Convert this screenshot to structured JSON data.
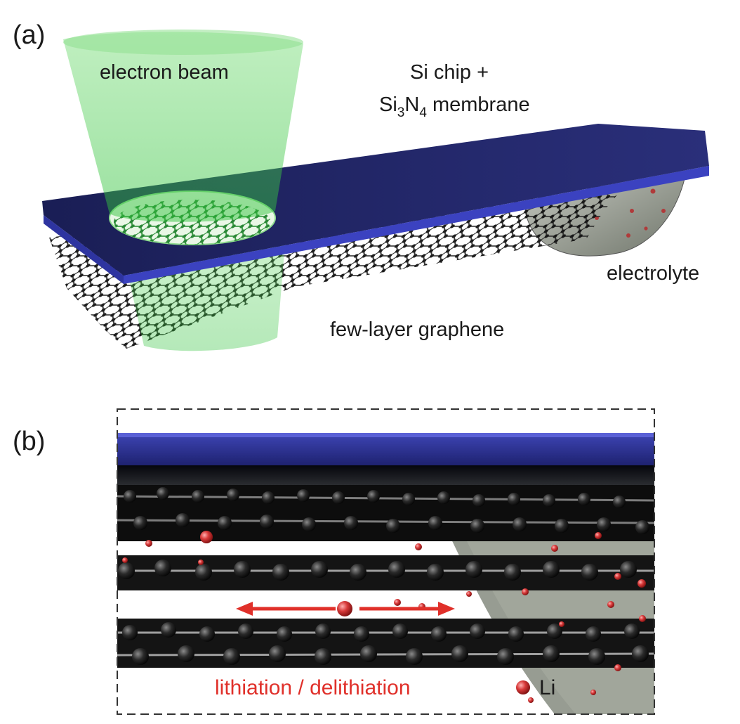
{
  "panel_a": {
    "panel_label": "(a)",
    "beam_label": "electron beam",
    "chip_label_line1": "Si chip +",
    "chip_label_si": "Si",
    "chip_label_sub3": "3",
    "chip_label_n": "N",
    "chip_label_sub4": "4",
    "chip_label_rest": " membrane",
    "electrolyte_label": "electrolyte",
    "graphene_label": "few-layer graphene"
  },
  "panel_b": {
    "panel_label": "(b)",
    "process_label": "lithiation / delithiation",
    "legend_li_label": "Li"
  },
  "colors": {
    "membrane": "#2b2f8a",
    "beam": "#4fd35a",
    "carbon": "#222222",
    "lithium": "#d63a3a",
    "arrow": "#e0302a",
    "electrolyte": "#8f948a"
  }
}
